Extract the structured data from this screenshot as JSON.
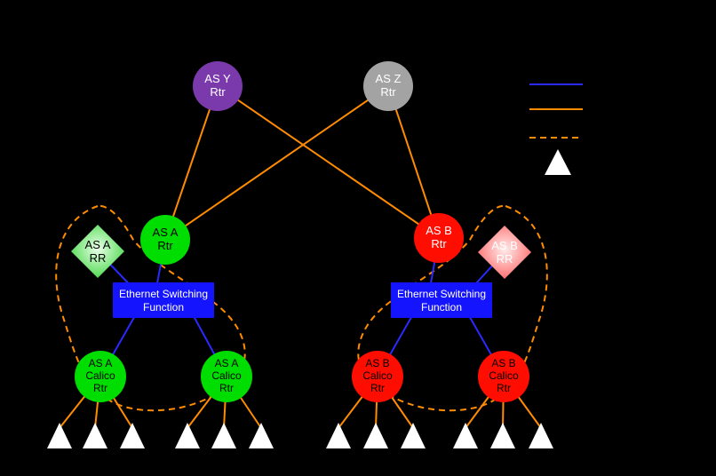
{
  "colors": {
    "background": "#000000",
    "purple": "#7b3aac",
    "gray": "#a3a3a3",
    "green": "#00dd00",
    "red": "#ff0d00",
    "switch_blue": "#1414ff",
    "link_blue": "#2a2aff",
    "link_orange": "#ff8c00",
    "white": "#ffffff",
    "rr_a_center": "#eaffea",
    "rr_a_edge": "#35d435",
    "rr_b_center": "#ffecec",
    "rr_b_edge": "#ff5a5a"
  },
  "nodes": {
    "as_y_rtr": {
      "line1": "AS Y",
      "line2": "Rtr"
    },
    "as_z_rtr": {
      "line1": "AS Z",
      "line2": "Rtr"
    },
    "as_a_rtr": {
      "line1": "AS A",
      "line2": "Rtr"
    },
    "as_b_rtr": {
      "line1": "AS B",
      "line2": "Rtr"
    },
    "as_a_rr": {
      "line1": "AS A",
      "line2": "RR"
    },
    "as_b_rr": {
      "line1": "AS B",
      "line2": "RR"
    },
    "esf_a": {
      "line1": "Ethernet Switching",
      "line2": "Function"
    },
    "esf_b": {
      "line1": "Ethernet Switching",
      "line2": "Function"
    },
    "calico_a1": {
      "line1": "AS A",
      "line2": "Calico",
      "line3": "Rtr"
    },
    "calico_a2": {
      "line1": "AS A",
      "line2": "Calico",
      "line3": "Rtr"
    },
    "calico_b1": {
      "line1": "AS B",
      "line2": "Calico",
      "line3": "Rtr"
    },
    "calico_b2": {
      "line1": "AS B",
      "line2": "Calico",
      "line3": "Rtr"
    }
  },
  "legend": {
    "items": [
      {
        "swatch": "blue-solid-line"
      },
      {
        "swatch": "orange-solid-line"
      },
      {
        "swatch": "orange-dashed-line"
      },
      {
        "swatch": "white-triangle"
      }
    ]
  }
}
